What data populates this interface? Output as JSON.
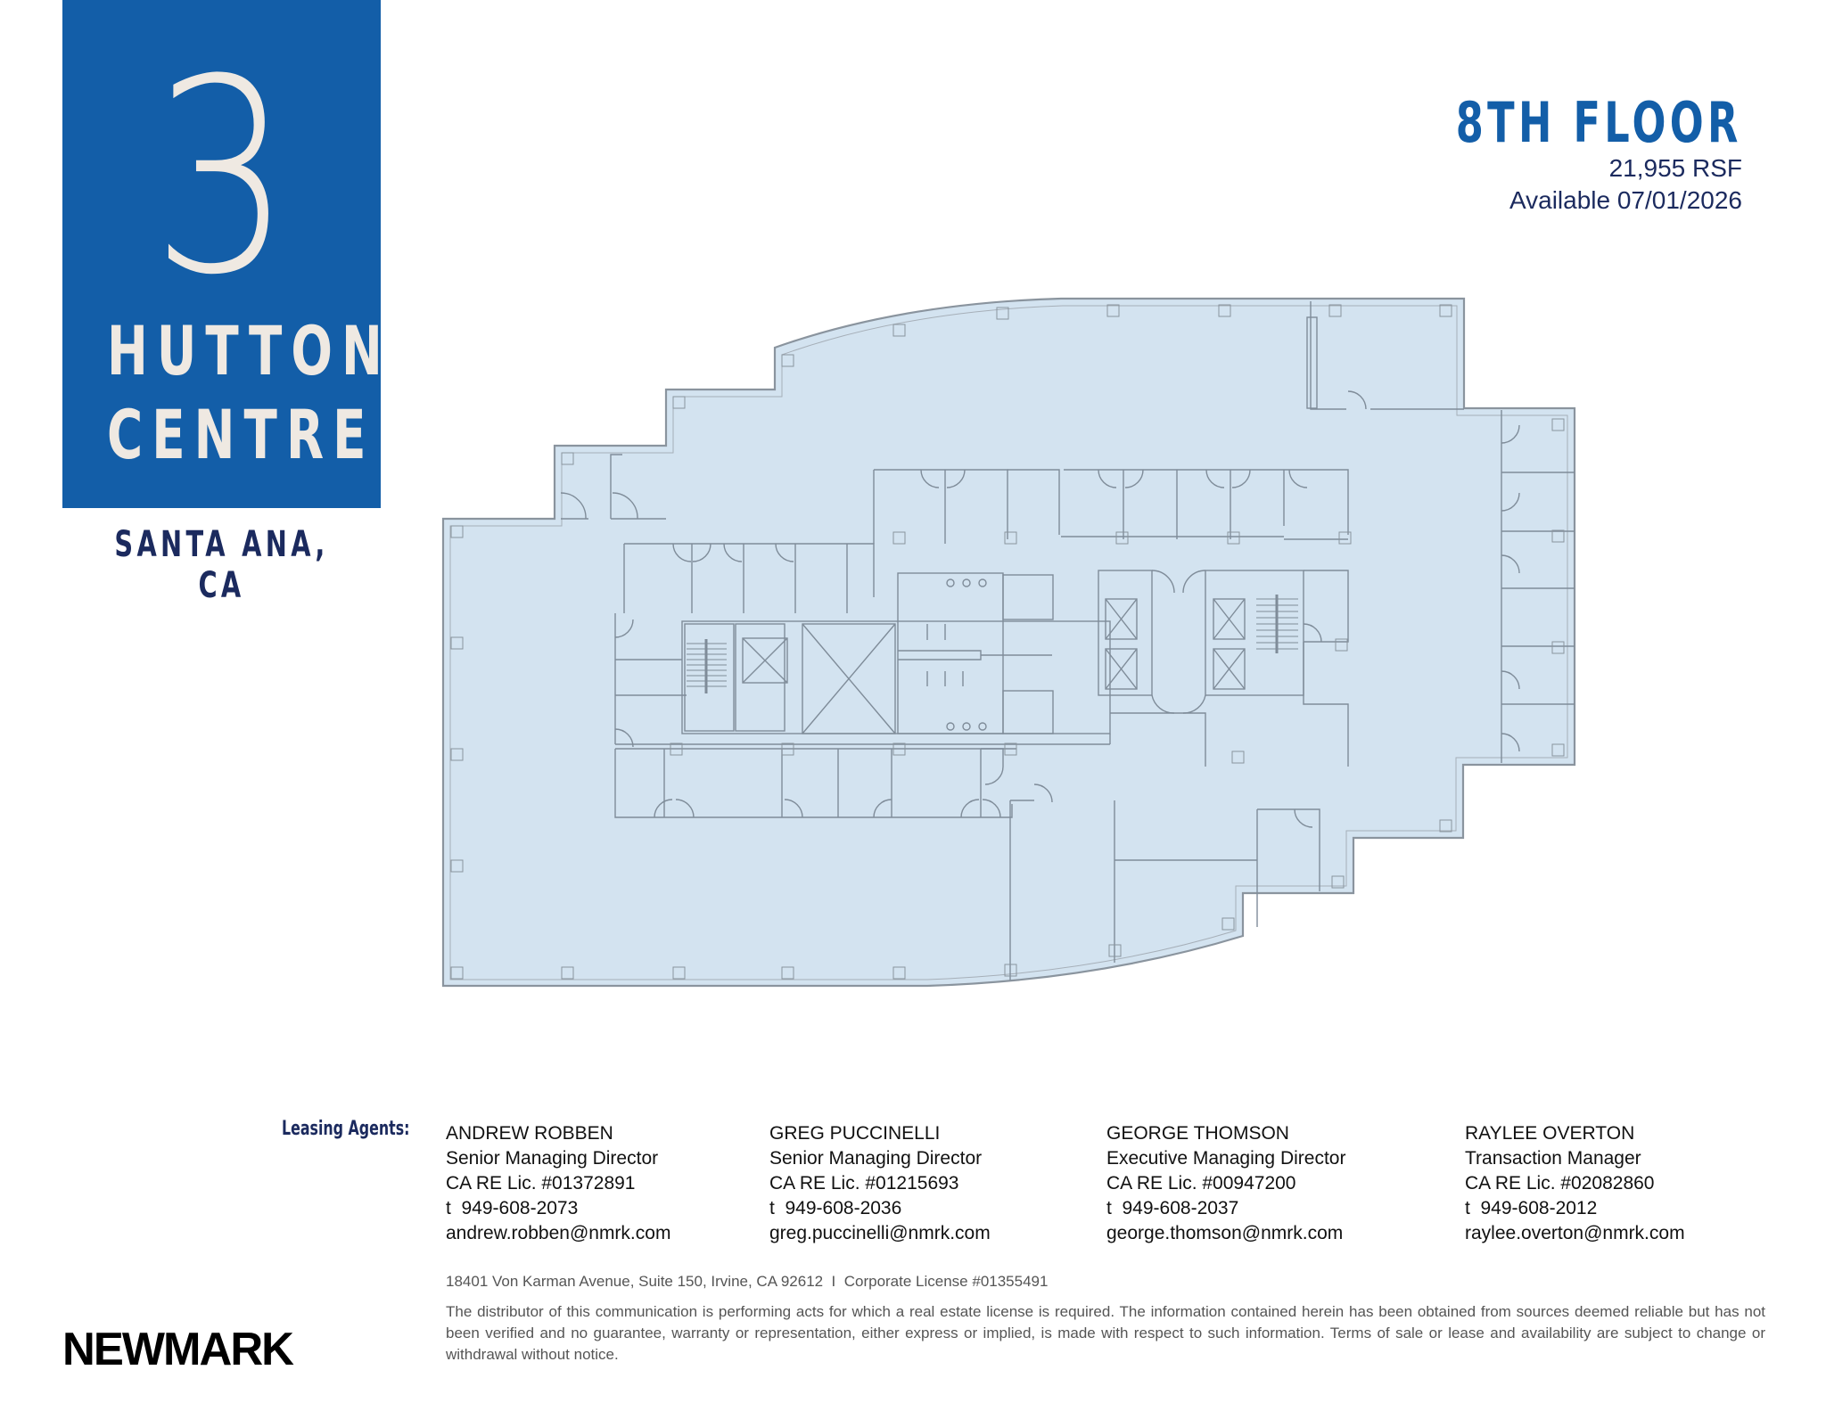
{
  "logo": {
    "number": "3",
    "line1": "HUTTON",
    "line2": "CENTRE",
    "location": "SANTA ANA, CA",
    "colors": {
      "box": "#135ea8",
      "text": "#efe9e2",
      "location": "#1b2a5e"
    }
  },
  "floor": {
    "title": "8TH FLOOR",
    "rsf": "21,955 RSF",
    "availability": "Available 07/01/2026",
    "colors": {
      "title": "#135ea8",
      "details": "#1b2a5e"
    }
  },
  "floor_plan": {
    "fill": "#d3e3f0",
    "line": "#7f8c99",
    "column_marker": "H"
  },
  "leasing": {
    "label": "Leasing Agents:",
    "agents": [
      {
        "name": "ANDREW ROBBEN",
        "title": "Senior Managing Director",
        "license": "CA RE Lic. #01372891",
        "phone": "t  949-608-2073",
        "email": "andrew.robben@nmrk.com"
      },
      {
        "name": "GREG PUCCINELLI",
        "title": "Senior Managing Director",
        "license": "CA RE Lic. #01215693",
        "phone": "t  949-608-2036",
        "email": "greg.puccinelli@nmrk.com"
      },
      {
        "name": "GEORGE THOMSON",
        "title": "Executive Managing Director",
        "license": "CA RE Lic. #00947200",
        "phone": "t  949-608-2037",
        "email": "george.thomson@nmrk.com"
      },
      {
        "name": "RAYLEE OVERTON",
        "title": "Transaction Manager",
        "license": "CA RE Lic. #02082860",
        "phone": "t  949-608-2012",
        "email": "raylee.overton@nmrk.com"
      }
    ]
  },
  "footer": {
    "address": "18401 Von Karman Avenue, Suite 150, Irvine, CA 92612  I  Corporate License #01355491",
    "disclaimer": "The distributor of this communication is performing acts for which a real estate license is required. The information contained herein has been obtained from sources deemed reliable but has not been verified and no guarantee, warranty or representation, either express or implied, is made with respect to such information. Terms of sale or lease and availability are subject to change or withdrawal without notice.",
    "brand": "NEWMARK"
  }
}
